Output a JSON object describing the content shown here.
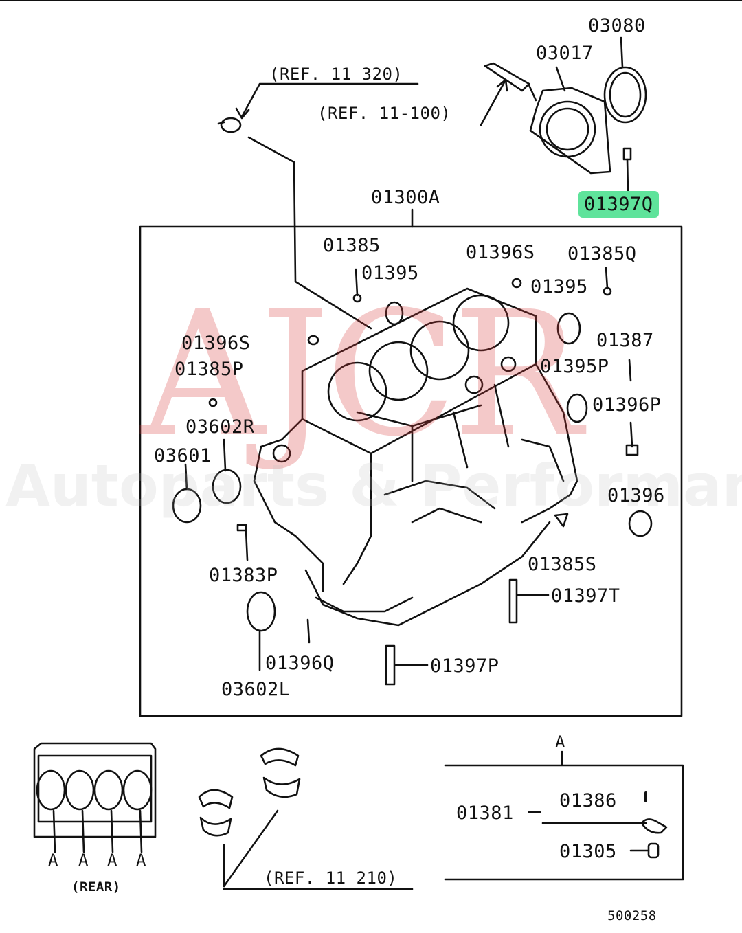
{
  "watermark": {
    "logo": "AJCR",
    "text": "Autoparts & Performance"
  },
  "refs": {
    "ref_320": "(REF. 11  320)",
    "ref_100": "(REF. 11-100)",
    "ref_210": "(REF. 11  210)"
  },
  "parts": {
    "p03080": "03080",
    "p03017": "03017",
    "p01397Q": "01397Q",
    "p01300A": "01300A",
    "p01385": "01385",
    "p01395a": "01395",
    "p01396S_top": "01396S",
    "p01385Q": "01385Q",
    "p01395b": "01395",
    "p01396S_left": "01396S",
    "p01385P": "01385P",
    "p01387": "01387",
    "p01395P": "01395P",
    "p03602R": "03602R",
    "p01396P": "01396P",
    "p03601": "03601",
    "p01396": "01396",
    "p01383P": "01383P",
    "p01385S": "01385S",
    "p01397T": "01397T",
    "p01396Q": "01396Q",
    "p01397P": "01397P",
    "p03602L": "03602L",
    "detail_A": "A",
    "p01381": "01381",
    "p01386": "01386",
    "p01305": "01305",
    "a1": "A",
    "a2": "A",
    "a3": "A",
    "a4": "A",
    "rear": "(REAR)",
    "diagram_no": "500258"
  },
  "highlight_color": "#5fe39b"
}
